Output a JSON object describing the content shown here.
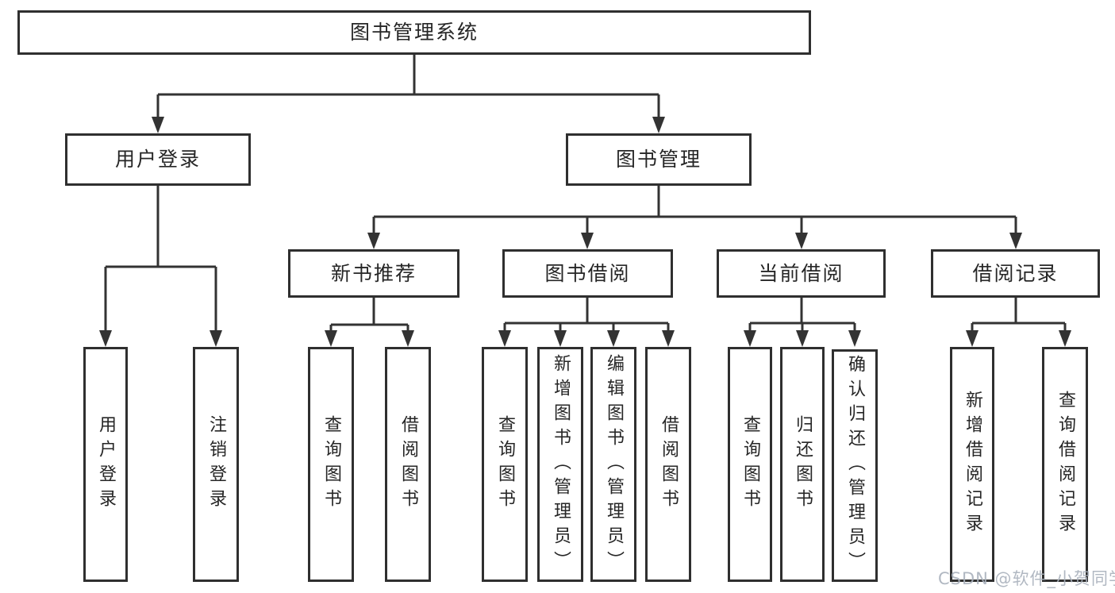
{
  "diagram": {
    "title": "图书管理系统",
    "children": [
      {
        "label": "用户登录",
        "children": [
          {
            "label": "用户登录"
          },
          {
            "label": "注销登录"
          }
        ]
      },
      {
        "label": "图书管理",
        "children": [
          {
            "label": "新书推荐",
            "children": [
              {
                "label": "查询图书"
              },
              {
                "label": "借阅图书"
              }
            ]
          },
          {
            "label": "图书借阅",
            "children": [
              {
                "label": "查询图书"
              },
              {
                "label": "新增图书（管理员）"
              },
              {
                "label": "编辑图书（管理员）"
              },
              {
                "label": "借阅图书"
              }
            ]
          },
          {
            "label": "当前借阅",
            "children": [
              {
                "label": "查询图书"
              },
              {
                "label": "归还图书"
              },
              {
                "label": "确认归还（管理员）"
              }
            ]
          },
          {
            "label": "借阅记录",
            "children": [
              {
                "label": "新增借阅记录"
              },
              {
                "label": "查询借阅记录"
              }
            ]
          }
        ]
      }
    ]
  },
  "watermark": "CSDN @软件_小贺同学",
  "colors": {
    "line": "#333333",
    "box_border": "#2f2f2f",
    "text": "#262626",
    "watermark": "#a9b1bc",
    "background": "#ffffff"
  }
}
